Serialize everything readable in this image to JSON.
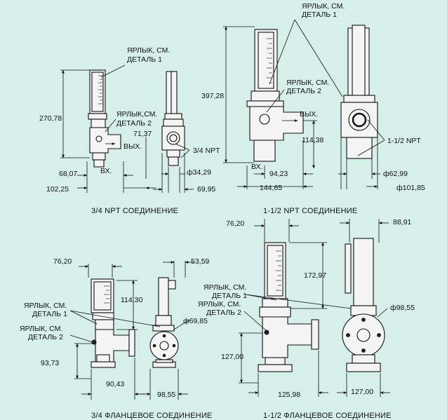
{
  "captions": {
    "tl": "3/4 NPT СОЕДИНЕНИЕ",
    "tr": "1-1/2 NPT СОЕДИНЕНИЕ",
    "bl": "3/4 ФЛАНЦЕВОЕ СОЕДИНЕНИЕ",
    "br": "1-1/2 ФЛАНЦЕВОЕ СОЕДИНЕНИЕ"
  },
  "labels": {
    "tag_detail1_line1": "ЯРЛЫК, СМ.",
    "tag_detail1_line2": "ДЕТАЛЬ 1",
    "tag_detail2_line1": "ЯРЛЫК, СМ.",
    "tag_detail2_line2": "ДЕТАЛЬ 2",
    "tag_detail2_compact_line1": "ЯРЛЫК,СМ.",
    "inlet": "ВХ.",
    "outlet": "ВЫХ.",
    "npt_34": "3/4 NPT",
    "npt_112": "1-1/2 NPT"
  },
  "dims": {
    "tl_height": "270,78",
    "tl_outlet_offset": "71,37",
    "tl_inlet_offset": "68,07",
    "tl_width": "102,25",
    "tl_side_dia": "ф34,29",
    "tl_side_width": "69,95",
    "tr_height": "397,28",
    "tr_outlet_height": "114,38",
    "tr_inlet_offset": "94,23",
    "tr_width": "144,65",
    "tr_side_dia": "ф62,99",
    "tr_side_width": "ф101,85",
    "bl_top_width": "76,20",
    "bl_side_top": "53,59",
    "bl_height": "114,30",
    "bl_flange_dia": "ф69,85",
    "bl_flange_height": "93,73",
    "bl_width": "90,43",
    "bl_side_width": "98,55",
    "br_top_width": "76,20",
    "br_side_top": "88,91",
    "br_height": "172,97",
    "br_flange_dia": "ф98,55",
    "br_flange_height": "127,00",
    "br_width": "125,98",
    "br_side_width": "127,00"
  }
}
